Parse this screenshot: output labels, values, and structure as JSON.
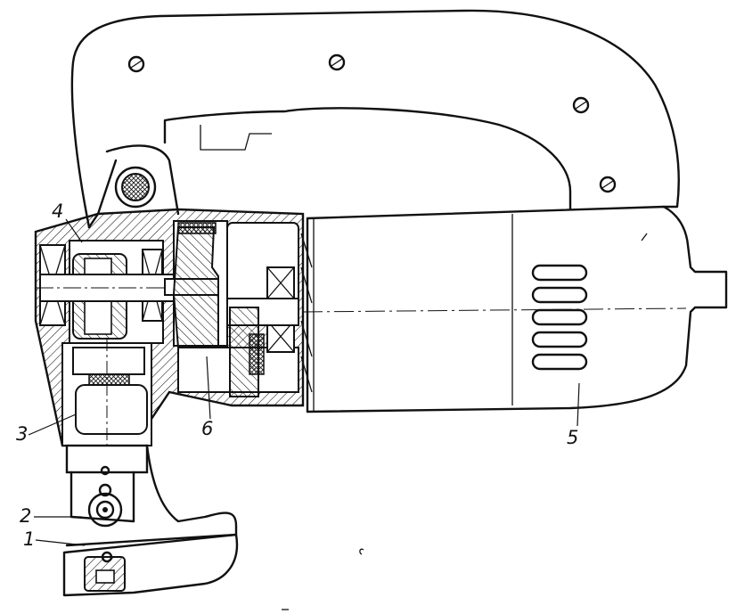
{
  "figure": {
    "labels": [
      {
        "id": "1",
        "text": "1"
      },
      {
        "id": "2",
        "text": "2"
      },
      {
        "id": "3",
        "text": "3"
      },
      {
        "id": "4",
        "text": "4"
      },
      {
        "id": "5",
        "text": "5"
      },
      {
        "id": "6",
        "text": "6"
      }
    ]
  },
  "colors": {
    "ink": "#111111",
    "paper": "#ffffff"
  }
}
